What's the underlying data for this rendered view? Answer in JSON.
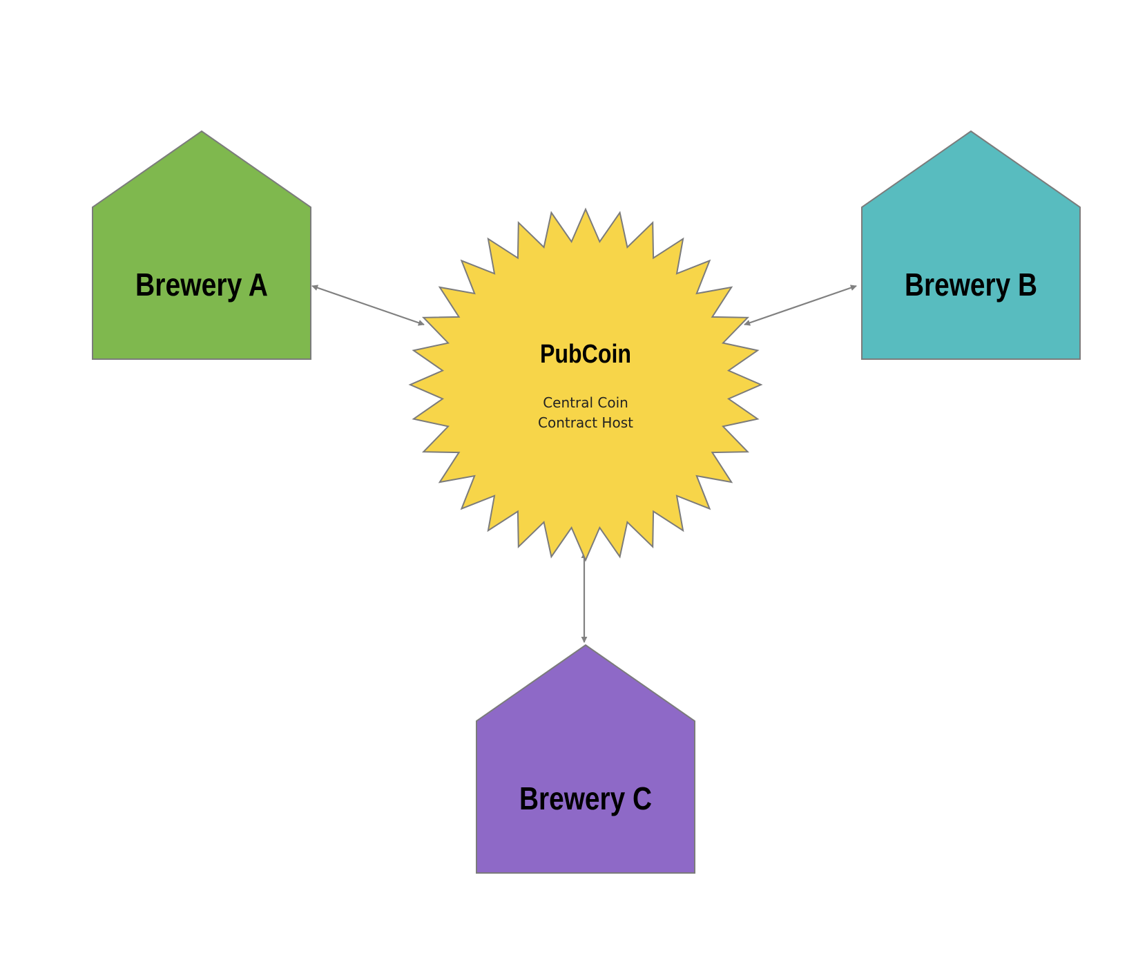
{
  "diagram": {
    "hub": {
      "title": "PubCoin",
      "subtitle_lines": [
        "Central Coin",
        "Contract Host"
      ],
      "color": "#F7D549"
    },
    "breweries": [
      {
        "id": "a",
        "label": "Brewery A",
        "color": "#7FB84E"
      },
      {
        "id": "b",
        "label": "Brewery B",
        "color": "#58BCBF"
      },
      {
        "id": "c",
        "label": "Brewery C",
        "color": "#8E69C7"
      }
    ],
    "connector_color": "#808080",
    "connectors": [
      {
        "from": "Brewery A",
        "to": "PubCoin",
        "bidirectional": true
      },
      {
        "from": "Brewery B",
        "to": "PubCoin",
        "bidirectional": true
      },
      {
        "from": "Brewery C",
        "to": "PubCoin",
        "bidirectional": true
      }
    ]
  }
}
